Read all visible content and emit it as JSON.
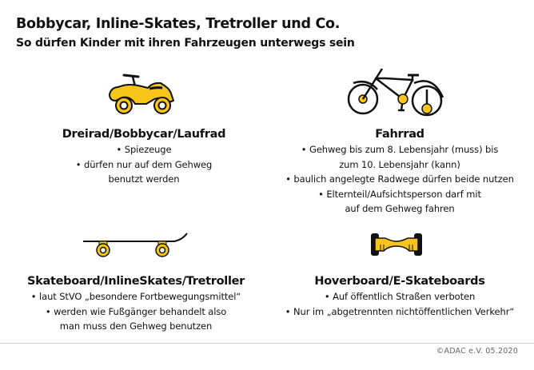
{
  "header": {
    "title": "Bobbycar, Inline-Skates, Tretroller und Co.",
    "subtitle": "So dürfen Kinder mit ihren Fahrzeugen unterwegs sein"
  },
  "colors": {
    "accent_yellow": "#F9C51B",
    "outline": "#111111",
    "rule": "#d0d0d0"
  },
  "sections": [
    {
      "icon": "bobbycar-icon",
      "heading": "Dreirad/Bobbycar/Laufrad",
      "lines": [
        "• Spiezeuge",
        "• dürfen nur auf dem Gehweg",
        "benutzt werden"
      ]
    },
    {
      "icon": "bicycle-icon",
      "heading": "Fahrrad",
      "lines": [
        "• Gehweg bis zum 8. Lebensjahr (muss) bis",
        "zum 10. Lebensjahr (kann)",
        "• baulich angelegte Radwege dürfen beide nutzen",
        "• Elternteil/Aufsichtsperson darf mit",
        "auf dem Gehweg fahren"
      ]
    },
    {
      "icon": "skateboard-icon",
      "heading": "Skateboard/InlineSkates/Tretroller",
      "lines": [
        "• laut StVO „besondere Fortbewegungsmittel“",
        "• werden wie Fußgänger behandelt also",
        "man muss den Gehweg benutzen"
      ]
    },
    {
      "icon": "hoverboard-icon",
      "heading": "Hoverboard/E-Skateboards",
      "lines": [
        "• Auf öffentlich Straßen verboten",
        "• Nur im „abgetrennten nichtöffentlichen Verkehr“"
      ]
    }
  ],
  "footer": {
    "copyright": "©ADAC e.V.  05.2020"
  }
}
